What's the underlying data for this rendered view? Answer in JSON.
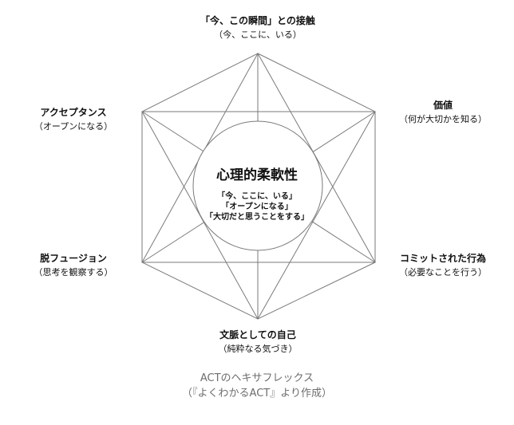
{
  "center": {
    "title": "心理的柔軟性",
    "lines": [
      "「今、ここに、いる」",
      "「オープンになる」",
      "「大切だと思うことをする」"
    ]
  },
  "nodes": {
    "top": {
      "title": "「今、この瞬間」との接触",
      "subtitle": "（今、ここに、いる）"
    },
    "upper_right": {
      "title": "価値",
      "subtitle": "（何が大切かを知る）"
    },
    "lower_right": {
      "title": "コミットされた行為",
      "subtitle": "（必要なことを行う）"
    },
    "bottom": {
      "title": "文脈としての自己",
      "subtitle": "（純粋なる気づき）"
    },
    "lower_left": {
      "title": "脱フュージョン",
      "subtitle": "（思考を観察する）"
    },
    "upper_left": {
      "title": "アクセプタンス",
      "subtitle": "（オープンになる）"
    }
  },
  "caption": {
    "line1": "ACTのヘキサフレックス",
    "line2": "（『よくわかるACT』より作成）"
  },
  "colors": {
    "lines": "#7a7a7a",
    "text": "#111111",
    "caption": "#6d6d6d"
  }
}
